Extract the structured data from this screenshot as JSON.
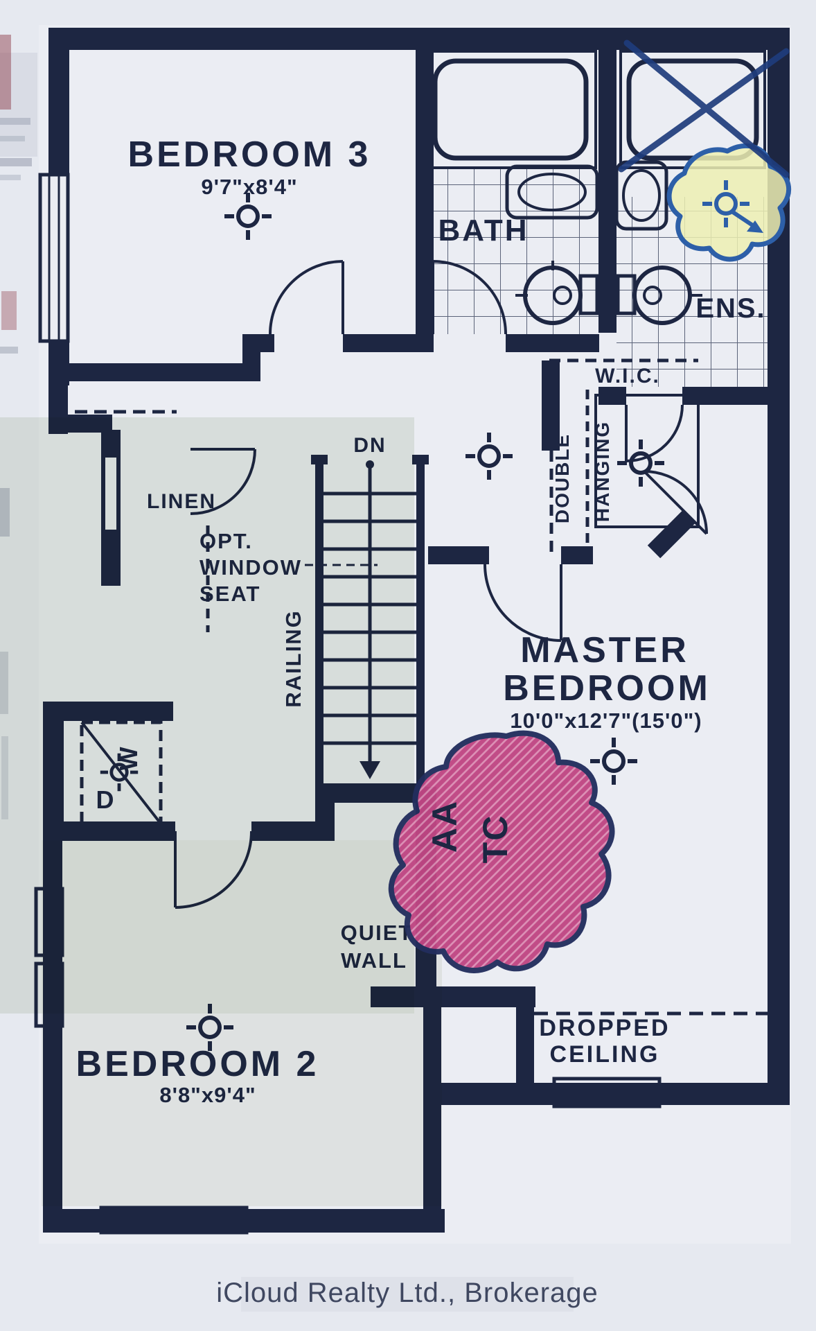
{
  "plan": {
    "rooms": {
      "bedroom3": {
        "name": "BEDROOM 3",
        "dims": "9'7\"x8'4\""
      },
      "bath": {
        "name": "BATH"
      },
      "ensuite": {
        "name": "ENS."
      },
      "wic": {
        "name": "W.I.C.",
        "rod_left": "DOUBLE",
        "rod_right": "HANGING"
      },
      "master": {
        "line1": "MASTER",
        "line2": "BEDROOM",
        "dims": "10'0\"x12'7\"(15'0\")"
      },
      "bedroom2": {
        "name": "BEDROOM 2",
        "dims": "8'8\"x9'4\""
      },
      "laundry": {
        "washer": "W",
        "dryer": "D"
      }
    },
    "labels": {
      "linen": "LINEN",
      "window_seat_1": "OPT.",
      "window_seat_2": "WINDOW",
      "window_seat_3": "SEAT",
      "stairs_down": "DN",
      "railing": "RAILING",
      "quiet_wall_1": "QUIET",
      "quiet_wall_2": "WALL",
      "dropped_ceiling_1": "DROPPED",
      "dropped_ceiling_2": "CEILING"
    },
    "annotations": {
      "scribble_text_1": "AA",
      "scribble_text_2": "TC"
    },
    "footer": {
      "watermark": "iCloud Realty Ltd., Brokerage"
    },
    "colors": {
      "ink": "#1d2642",
      "paper": "#e7eaf1",
      "tint_green": "#cdd6c4",
      "scribble_pink": "#c04683",
      "scribble_ink": "#253069",
      "highlight_yellow": "#edefb2",
      "highlight_blue": "#2d5fa8",
      "x_mark_blue": "#1e3c7c",
      "watermark": "#ffffff"
    }
  }
}
